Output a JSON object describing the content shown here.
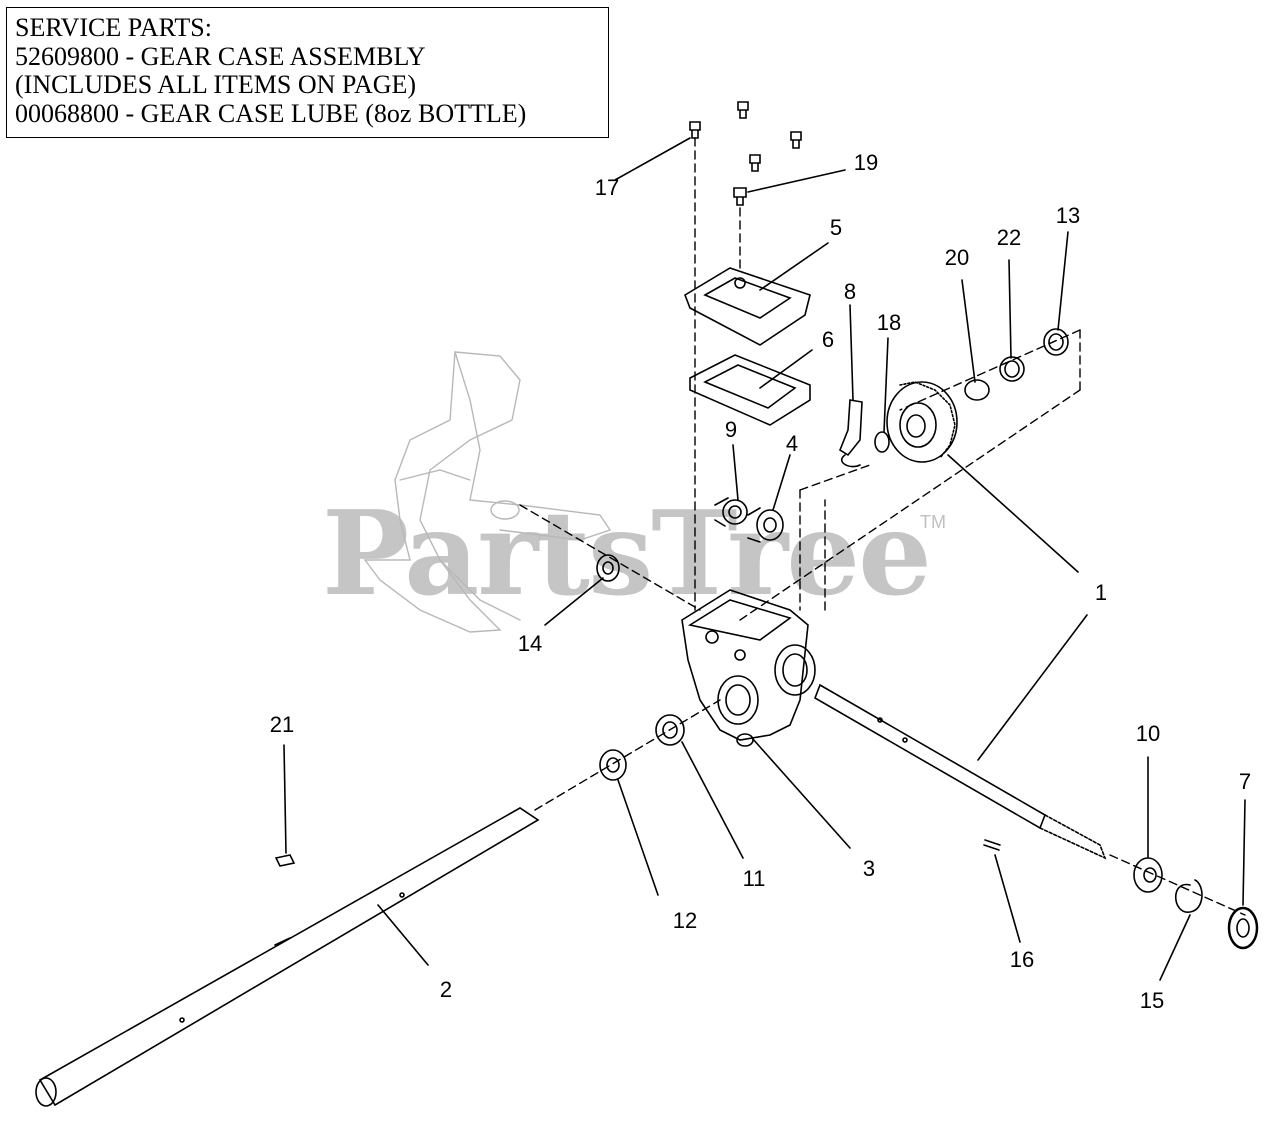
{
  "service_parts": {
    "heading": "SERVICE PARTS:",
    "line1": "52609800 - GEAR CASE ASSEMBLY",
    "line2": "(INCLUDES ALL ITEMS ON PAGE)",
    "line3": "00068800 - GEAR CASE LUBE (8oz BOTTLE)"
  },
  "watermark": {
    "text": "PartsTree",
    "tm": "TM"
  },
  "callouts": {
    "c1": "1",
    "c2": "2",
    "c3": "3",
    "c4": "4",
    "c5": "5",
    "c6": "6",
    "c7": "7",
    "c8": "8",
    "c9": "9",
    "c10": "10",
    "c11": "11",
    "c12": "12",
    "c13": "13",
    "c14": "14",
    "c15": "15",
    "c16": "16",
    "c17": "17",
    "c18": "18",
    "c19": "19",
    "c20": "20",
    "c21": "21",
    "c22": "22"
  },
  "colors": {
    "line": "#000000",
    "ghost_part": "#b8b8b8",
    "part_fill": "#ffffff",
    "shade": "#e6e6e6"
  }
}
